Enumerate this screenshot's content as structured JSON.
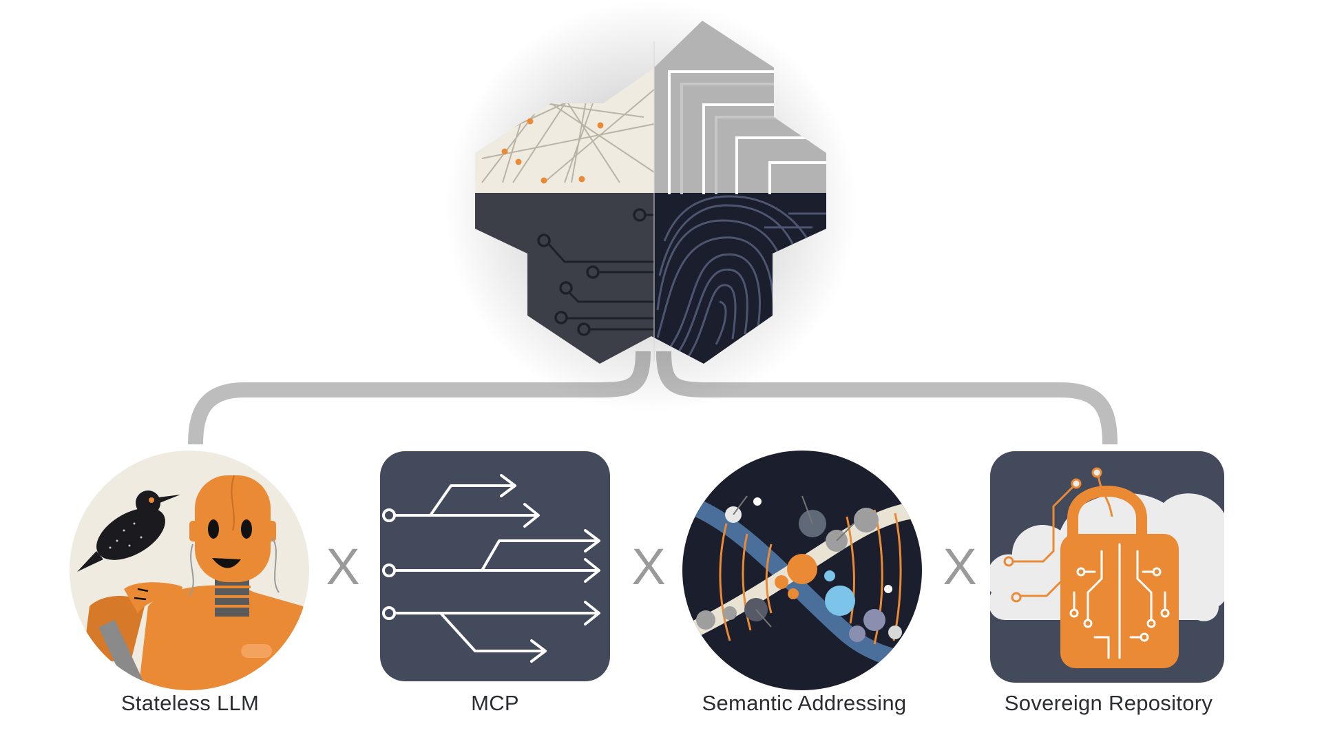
{
  "colors": {
    "orange": "#ea8a35",
    "navy": "#434a5c",
    "dark": "#1b1e2c",
    "charcoal": "#3d3f48",
    "cream": "#efebe1",
    "gray": "#b3b3b3",
    "connector": "#bdbdbd",
    "operator": "#9a9a9a"
  },
  "hub": {
    "icon": "hexagon-cluster-brain-icon",
    "quadrants": [
      "network-pattern",
      "layered-steps-pattern",
      "circuit-pattern",
      "fingerprint-pattern"
    ]
  },
  "operator": "X",
  "components": [
    {
      "label": "Stateless LLM",
      "icon": "robot-with-bird-icon"
    },
    {
      "label": "MCP",
      "icon": "routing-arrows-icon"
    },
    {
      "label": "Semantic Addressing",
      "icon": "semantic-network-helix-icon"
    },
    {
      "label": "Sovereign Repository",
      "icon": "cloud-lock-circuit-icon"
    }
  ]
}
